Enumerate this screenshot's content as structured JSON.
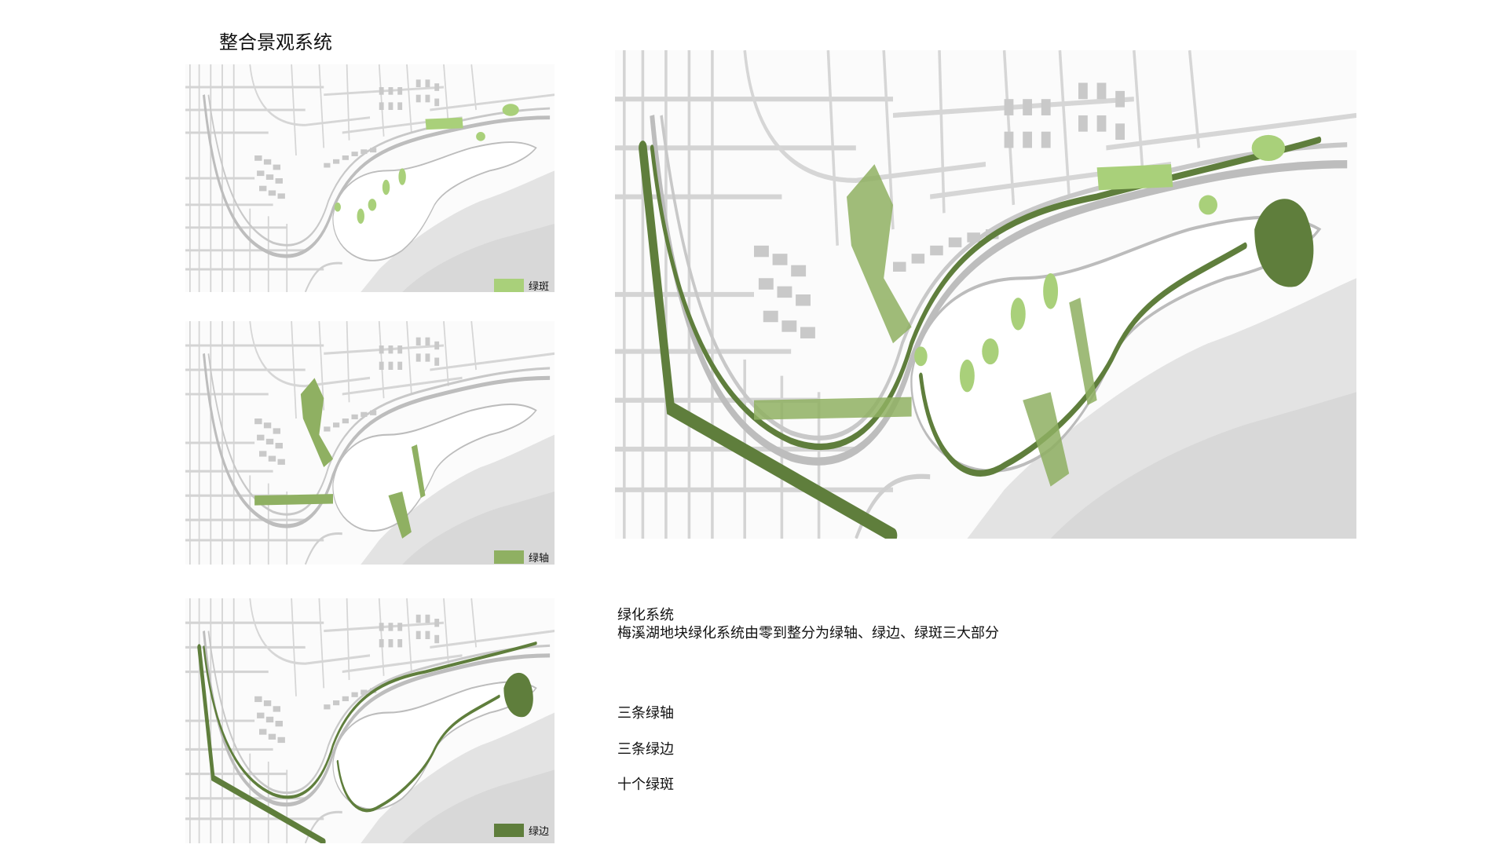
{
  "page_title": "整合景观系统",
  "legends": {
    "patch": "绿斑",
    "axis": "绿轴",
    "edge": "绿边"
  },
  "colors": {
    "patch": "#a9d07a",
    "axis": "#8fb062",
    "edge": "#5f7e3c",
    "road": "#d2d2d2",
    "hills": "#e2e2e2"
  },
  "description": {
    "heading": "绿化系统",
    "text": "梅溪湖地块绿化系统由零到整分为绿轴、绿边、绿斑三大部分",
    "items": [
      "三条绿轴",
      "三条绿边",
      "十个绿斑"
    ]
  }
}
